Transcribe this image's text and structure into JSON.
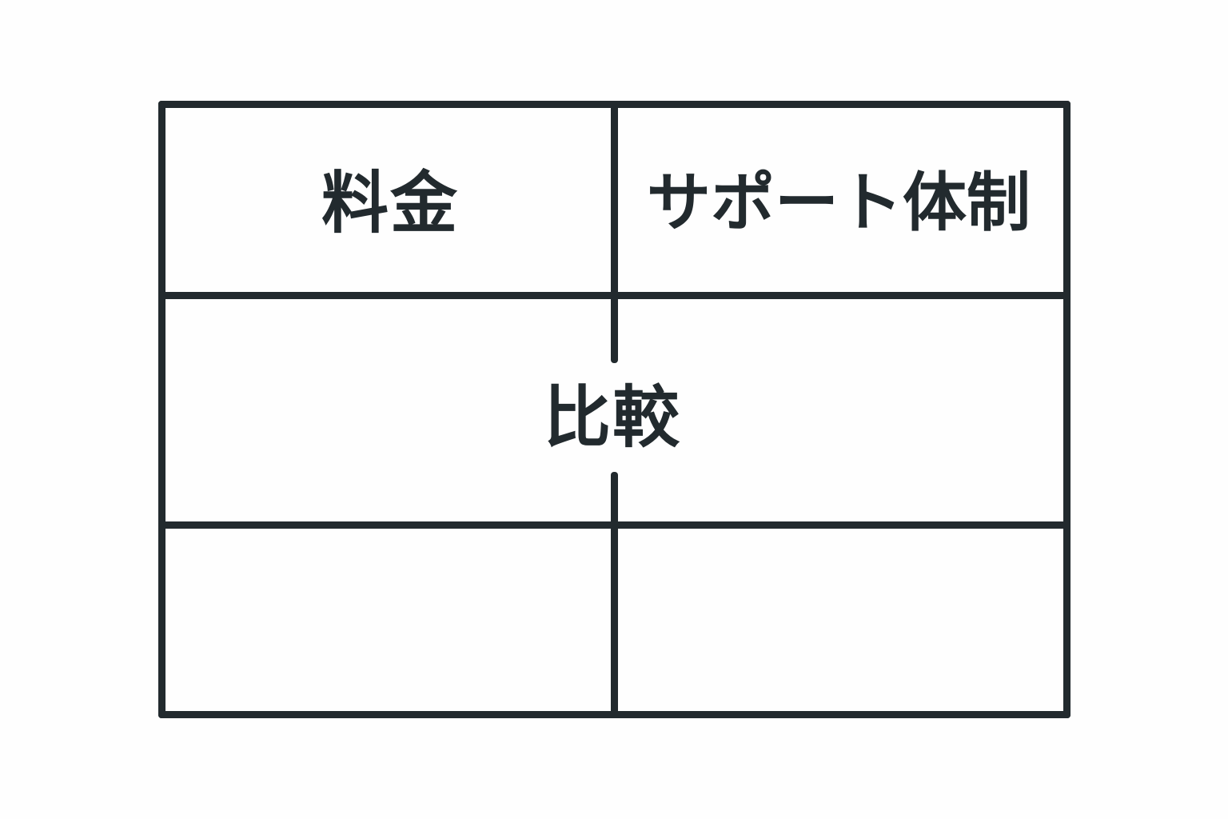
{
  "colors": {
    "ink": "#222a2e",
    "background": "#fefefe"
  },
  "table": {
    "rows": 3,
    "columns": 2,
    "cells": {
      "top_left": "料金",
      "top_right": "サポート体制",
      "middle_merged": "比較",
      "bottom_left": "",
      "bottom_right": ""
    }
  }
}
